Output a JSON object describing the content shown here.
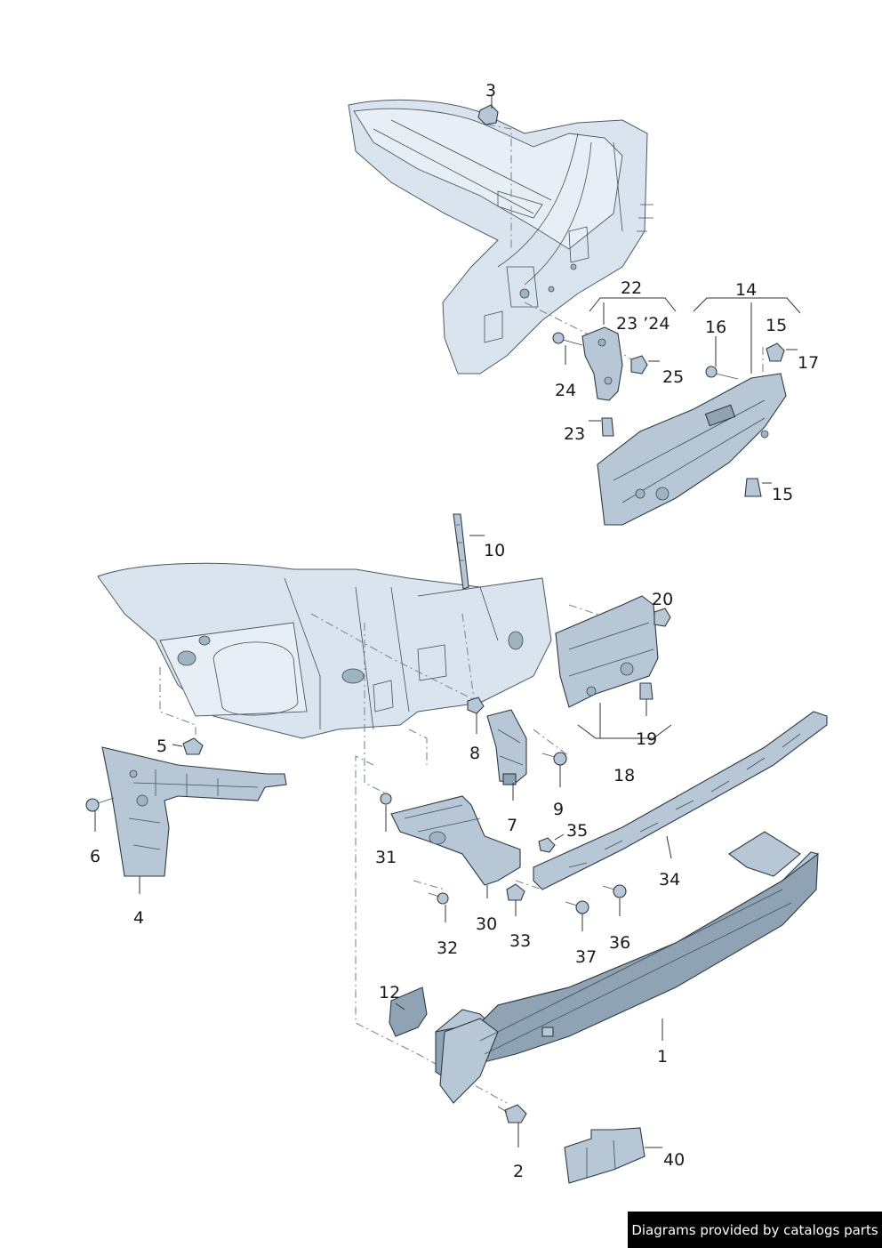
{
  "callouts": {
    "c1": "1",
    "c2": "2",
    "c3": "3",
    "c4": "4",
    "c5": "5",
    "c6": "6",
    "c7": "7",
    "c8": "8",
    "c9": "9",
    "c10": "10",
    "c12": "12",
    "c14": "14",
    "c15a": "15",
    "c15b": "15",
    "c16": "16",
    "c17": "17",
    "c18": "18",
    "c19": "19",
    "c20": "20",
    "c22": "22",
    "c23a": "23 ’24",
    "c23b": "23",
    "c24": "24",
    "c25": "25",
    "c30": "30",
    "c31": "31",
    "c32": "32",
    "c33": "33",
    "c34": "34",
    "c35": "35",
    "c36": "36",
    "c37": "37",
    "c40": "40"
  },
  "footer": {
    "text": "Diagrams provided by catalogs parts"
  }
}
